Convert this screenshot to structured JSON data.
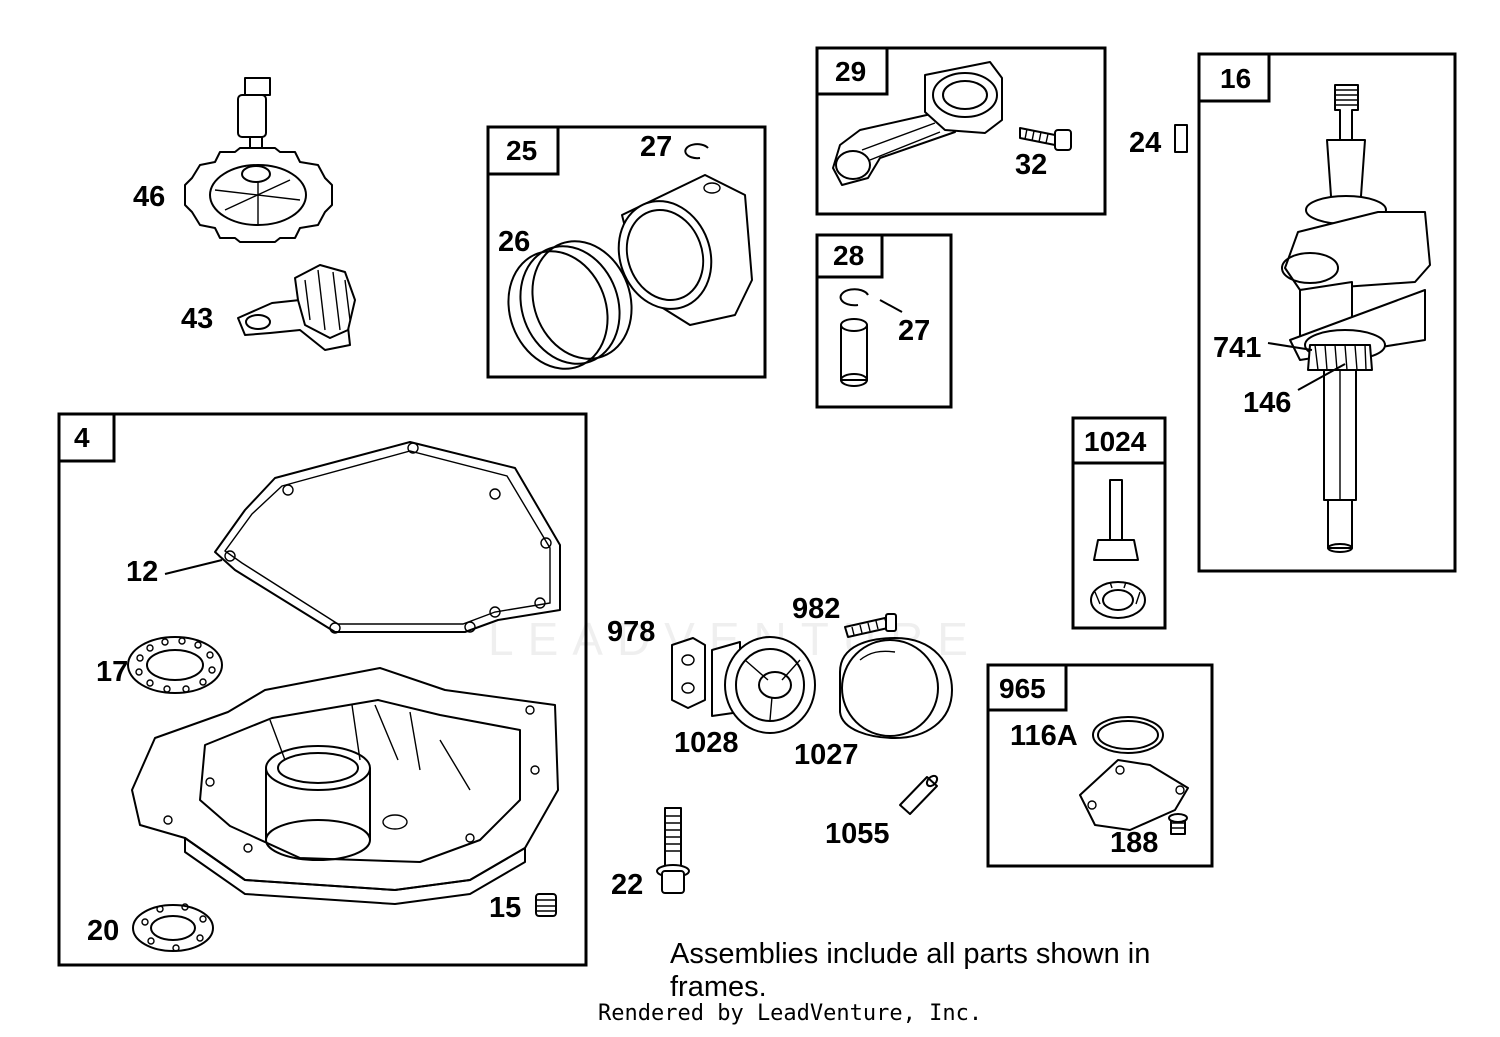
{
  "frames": {
    "f4": "4",
    "f25": "25",
    "f29": "29",
    "f28": "28",
    "f16": "16",
    "f1024": "1024",
    "f965": "965"
  },
  "labels": {
    "l46": "46",
    "l43": "43",
    "l27a": "27",
    "l26": "26",
    "l32": "32",
    "l27b": "27",
    "l24": "24",
    "l741": "741",
    "l146": "146",
    "l12": "12",
    "l17": "17",
    "l15": "15",
    "l20": "20",
    "l978": "978",
    "l982": "982",
    "l1028": "1028",
    "l1027": "1027",
    "l1055": "1055",
    "l22": "22",
    "l116A": "116A",
    "l188": "188"
  },
  "footer": {
    "note": "Assemblies include all parts shown in frames.",
    "credit": "Rendered by LeadVenture, Inc.",
    "watermark": "LEADVENTURE"
  }
}
